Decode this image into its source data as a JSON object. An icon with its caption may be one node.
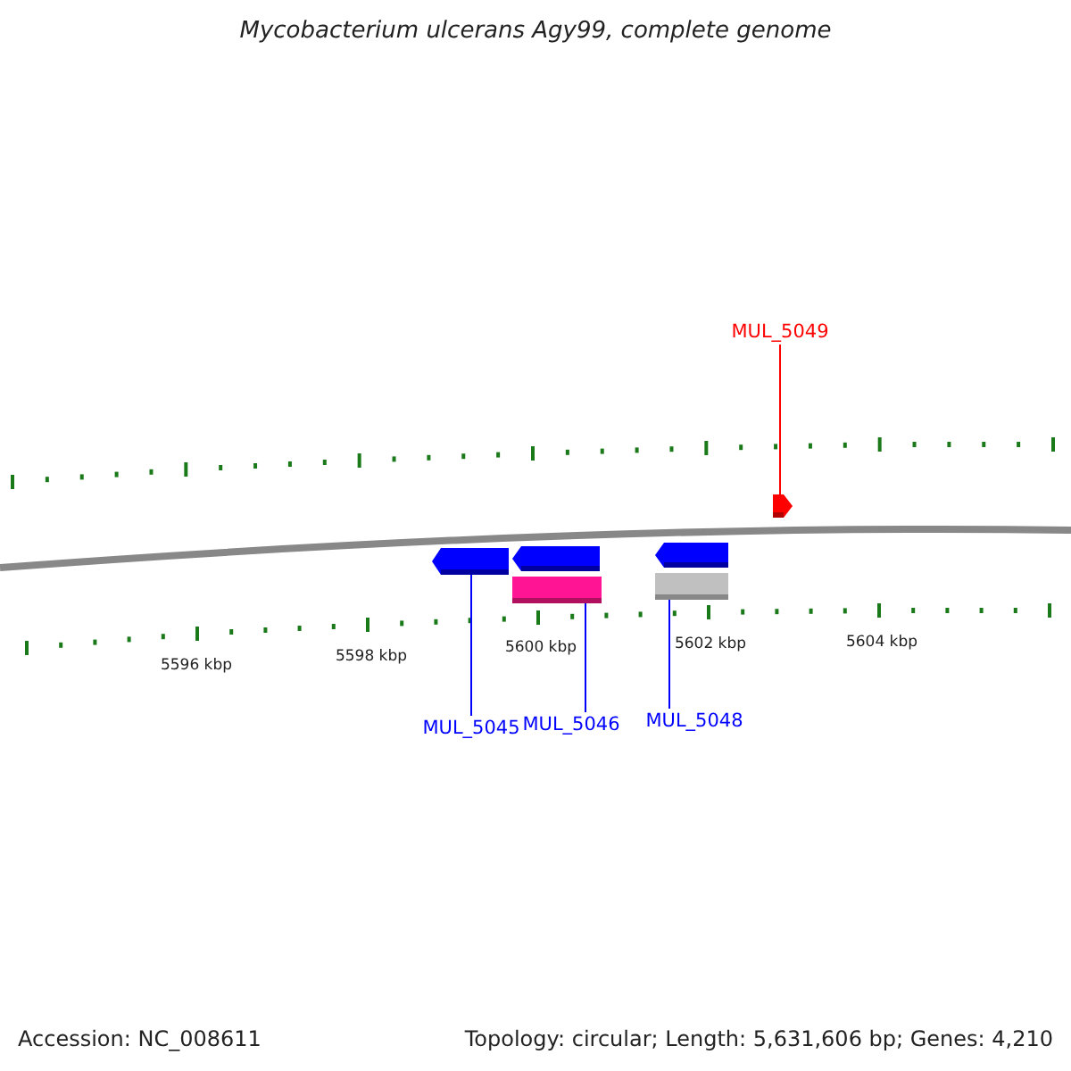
{
  "diagram": {
    "title": "Mycobacterium ulcerans Agy99, complete genome",
    "nodes": [
      {
        "text": [
          "MUL_5049"
        ]
      },
      {
        "text": [],
        "shape": "pentagon"
      },
      {
        "text": [],
        "shape": "pentagon"
      },
      {
        "text": [],
        "shape": "pentagon"
      },
      {
        "text": [],
        "shape": "box"
      },
      {
        "text": [],
        "shape": "pentagon"
      },
      {
        "text": [],
        "shape": "box"
      },
      {
        "text": [
          "MUL_5045"
        ]
      },
      {
        "text": [
          "MUL_5046"
        ]
      },
      {
        "text": [
          "MUL_5048"
        ]
      }
    ],
    "edges": [
      {
        "from": 0,
        "to": 1,
        "arrow": "none",
        "color": "#ff0000"
      },
      {
        "from": 7,
        "to": 2,
        "arrow": "none"
      },
      {
        "from": 8,
        "to": 4,
        "arrow": "none"
      },
      {
        "from": 9,
        "to": 6,
        "arrow": "none"
      }
    ],
    "labels": [
      "5596 kbp",
      "5598 kbp",
      "5600 kbp",
      "5602 kbp",
      "5604 kbp",
      "Accession: NC_008611",
      "Topology: circular; Length: 5,631,606 bp; Genes: 4,210"
    ]
  }
}
